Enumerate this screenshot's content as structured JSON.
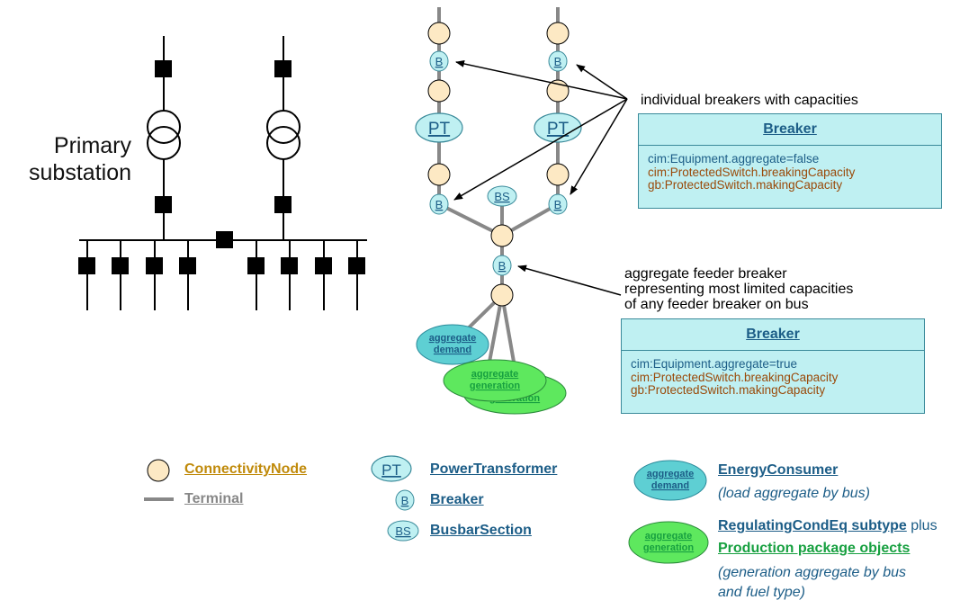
{
  "substation_label": [
    "Primary",
    "substation"
  ],
  "network": {
    "pt_label": "PT",
    "breaker_label": "B",
    "busbar_label": "BS",
    "demand_label": [
      "aggregate",
      "demand"
    ],
    "generation_label": [
      "aggregate",
      "generation"
    ],
    "generation_behind_label": [
      "aggregate",
      "generation"
    ]
  },
  "callouts": {
    "individual": "individual breakers with capacities",
    "aggregate": [
      "aggregate feeder breaker",
      "representing most limited capacities",
      "of any feeder breaker on bus"
    ]
  },
  "breaker_boxes": [
    {
      "title": "Breaker",
      "attributes": [
        "cim:Equipment.aggregate=false",
        "cim:ProtectedSwitch.breakingCapacity",
        "gb:ProtectedSwitch.makingCapacity"
      ]
    },
    {
      "title": "Breaker",
      "attributes": [
        "cim:Equipment.aggregate=true",
        "cim:ProtectedSwitch.breakingCapacity",
        "gb:ProtectedSwitch.makingCapacity"
      ]
    }
  ],
  "legend": {
    "connectivity_node": "ConnectivityNode",
    "terminal": "Terminal",
    "pt_symbol": "PT",
    "power_transformer": "PowerTransformer",
    "b_symbol": "B",
    "breaker": "Breaker",
    "bs_symbol": "BS",
    "busbar_section": "BusbarSection",
    "demand_symbol": [
      "aggregate",
      "demand"
    ],
    "energy_consumer": "EnergyConsumer",
    "energy_consumer_note": "(load aggregate by bus)",
    "generation_symbol": [
      "aggregate",
      "generation"
    ],
    "regulating": "RegulatingCondEq subtype",
    "plus": " plus",
    "production": "Production package objects",
    "generation_note": [
      "(generation aggregate by bus",
      "and fuel type)"
    ]
  },
  "colors": {
    "node_fill": "#fde9c4",
    "breaker_fill": "#bff0f2",
    "demand_fill": "#5ecfd3",
    "generation_fill": "#5ee85e",
    "terminal": "#888888",
    "connectivity_node_text": "#c08a0a",
    "class_link_text": "#1c5d87",
    "production_text": "#17a040"
  }
}
